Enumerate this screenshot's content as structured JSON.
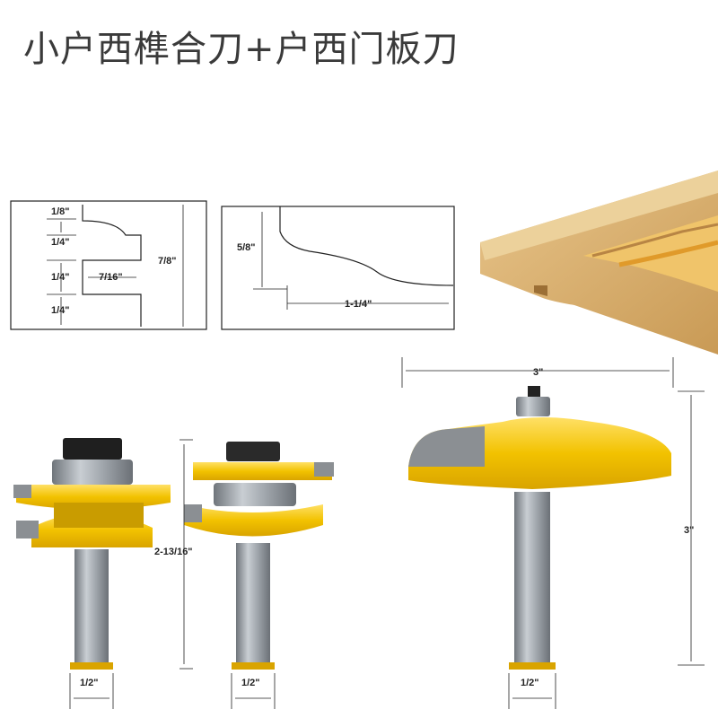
{
  "title": "小户西榫合刀+户西门板刀",
  "profile1": {
    "labels": [
      "1/8\"",
      "1/4\"",
      "1/4\"",
      "1/4\"",
      "7/16\"",
      "7/8\""
    ]
  },
  "profile2": {
    "labels": [
      "5/8\"",
      "1-1/4\""
    ]
  },
  "bits": {
    "height_label": "2-13/16\"",
    "shank_labels": [
      "1/2\"",
      "1/2\"",
      "1/2\""
    ],
    "panel_width_label": "3\"",
    "panel_height_label": "3\""
  },
  "colors": {
    "yellow": "#f2c200",
    "steel": "#9aa0a6",
    "wood": "#d8ad6c"
  }
}
